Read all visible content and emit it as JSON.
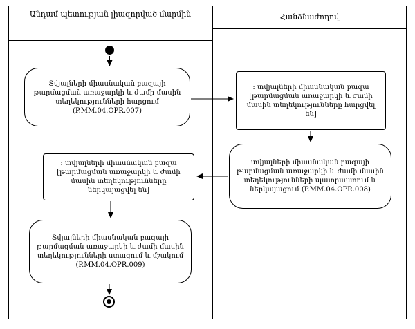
{
  "diagram": {
    "lanes": [
      {
        "title": "Անդամ պետության լիազորված մարմին"
      },
      {
        "title": "Հանձնաժողով"
      }
    ],
    "nodes": {
      "request_action": "Տվյալների միասնական բազայի թարմացման առաջարկի և ժամի մասին տեղեկությունների հարցում (P.MM.04.OPR.007)",
      "db_requested_object": ": տվյալների միասնական բազա [թարմացման առաջարկի և ժամի մասին տեղեկությունները հարցվել են]",
      "prepare_action": "տվյալների միասնական բազայի թարմացման առաջարկի և ժամի մասին տեղեկությունների պատրաստում և ներկայացում (P.MM.04.OPR.008)",
      "db_submitted_object": ": տվյալների միասնական բազա [թարմացման առաջարկի և ժամի մասին տեղեկությունները ներկայացվել են]",
      "receive_action": "Տվյալների միասնական բազայի թարմացման առաջարկի և ժամի մասին տեղեկությունների ստացում և մշակում (P.MM.04.OPR.009)"
    }
  }
}
